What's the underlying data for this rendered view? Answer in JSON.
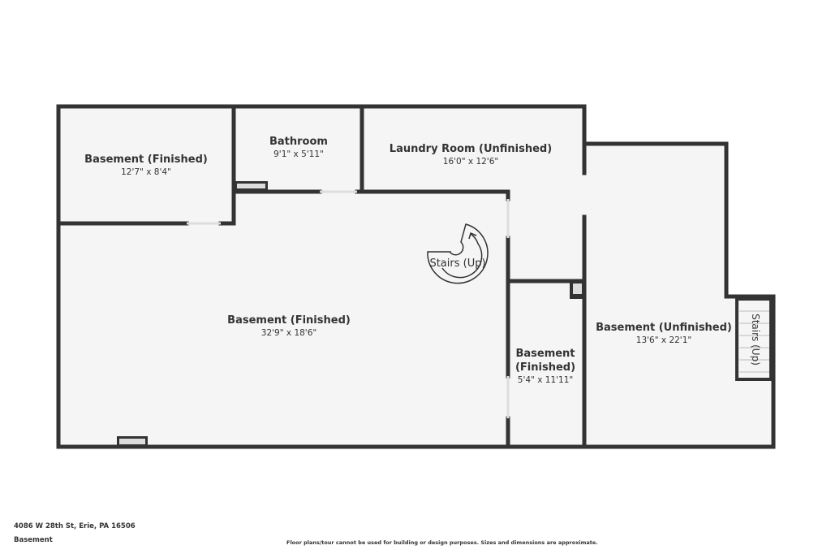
{
  "rooms": [
    {
      "name": "Basement (Finished)",
      "dims": "12'7\" x 8'4\""
    },
    {
      "name": "Bathroom",
      "dims": "9'1\" x 5'11\""
    },
    {
      "name": "Laundry Room (Unfinished)",
      "dims": "16'0\" x 12'6\""
    },
    {
      "name": "Basement (Finished)",
      "dims": "32'9\" x 18'6\""
    },
    {
      "name_line1": "Basement",
      "name_line2": "(Finished)",
      "dims": "5'4\" x 11'11\""
    },
    {
      "name": "Basement (Unfinished)",
      "dims": "13'6\" x 22'1\""
    }
  ],
  "stairs": [
    "Stairs (Up)",
    "Stairs (Up)"
  ],
  "footer": {
    "address": "4086 W 28th St, Erie, PA 16506",
    "floor": "Basement",
    "disclaimer": "Floor plans/tour cannot be used for building or design purposes. Sizes and dimensions are approximate."
  },
  "colors": {
    "wall": "#333333",
    "floor": "#f5f5f5"
  }
}
